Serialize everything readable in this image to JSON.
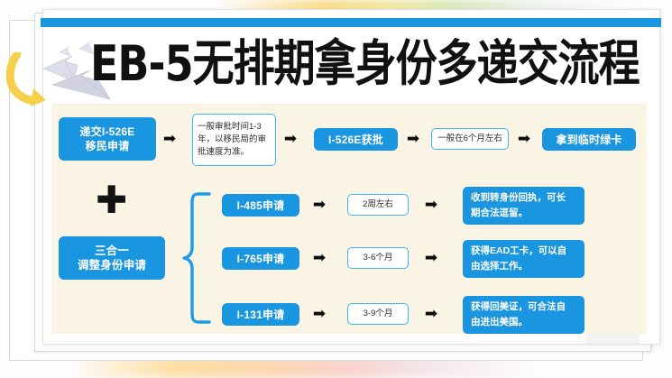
{
  "document": {
    "title": "EB-5无排期拿身份多递交流程",
    "accent_blue": "#1A95E0",
    "outline_blue": "#3FB5F0",
    "panel_beige": "#FAF4E4",
    "sheet_white": "#FFFFFF",
    "arrow_glyph": "➡",
    "plus_glyph": "✚"
  },
  "decorations": {
    "top_rule": "blue-top-rule",
    "paper_planes": "paper-planes-icon",
    "curl_arrow": "yellow-curl-arrow-icon",
    "watermark": "statue-of-liberty-watermark"
  },
  "flow_top": {
    "steps": [
      {
        "id": "submit-i526e",
        "type": "blue",
        "text": "递交I-526E\n移民申请"
      },
      {
        "id": "arrow-1",
        "type": "arrow",
        "text": "➡"
      },
      {
        "id": "note-processing",
        "type": "outline",
        "text": "一般审批时间1-3年，以移民局的审批速度为准。"
      },
      {
        "id": "arrow-2",
        "type": "arrow",
        "text": "➡"
      },
      {
        "id": "i526e-approved",
        "type": "blue",
        "text": "I-526E获批"
      },
      {
        "id": "arrow-3",
        "type": "arrow",
        "text": "➡"
      },
      {
        "id": "note-six-months",
        "type": "outline",
        "text": "一般在6个月左右"
      },
      {
        "id": "arrow-4",
        "type": "arrow",
        "text": "➡"
      },
      {
        "id": "temp-greencard",
        "type": "blue",
        "text": "拿到临时绿卡"
      }
    ],
    "labels": {
      "submit_i526e_line1": "递交I-526E",
      "submit_i526e_line2": "移民申请",
      "note_processing": "一般审批时间1-3年，以移民局的审批速度为准。",
      "i526e_approved": "I-526E获批",
      "note_six_months": "一般在6个月左右",
      "temp_greencard": "拿到临时绿卡"
    }
  },
  "flow_bottom": {
    "source": {
      "line1": "三合一",
      "line2": "调整身份申请"
    },
    "rows": [
      {
        "application": "I-485申请",
        "duration": "2周左右",
        "outcome_line1": "收到转身份回执，可长",
        "outcome_line2": "期合法逗留。",
        "arrow_a": "➡",
        "arrow_b": "➡"
      },
      {
        "application": "I-765申请",
        "duration": "3-6个月",
        "outcome_line1": "获得EAD工卡，可以自",
        "outcome_line2": "由选择工作。",
        "arrow_a": "➡",
        "arrow_b": "➡"
      },
      {
        "application": "I-131申请",
        "duration": "3-9个月",
        "outcome_line1": "获得回美证，可合法自",
        "outcome_line2": "由进出美国。",
        "arrow_a": "➡",
        "arrow_b": "➡"
      }
    ]
  }
}
